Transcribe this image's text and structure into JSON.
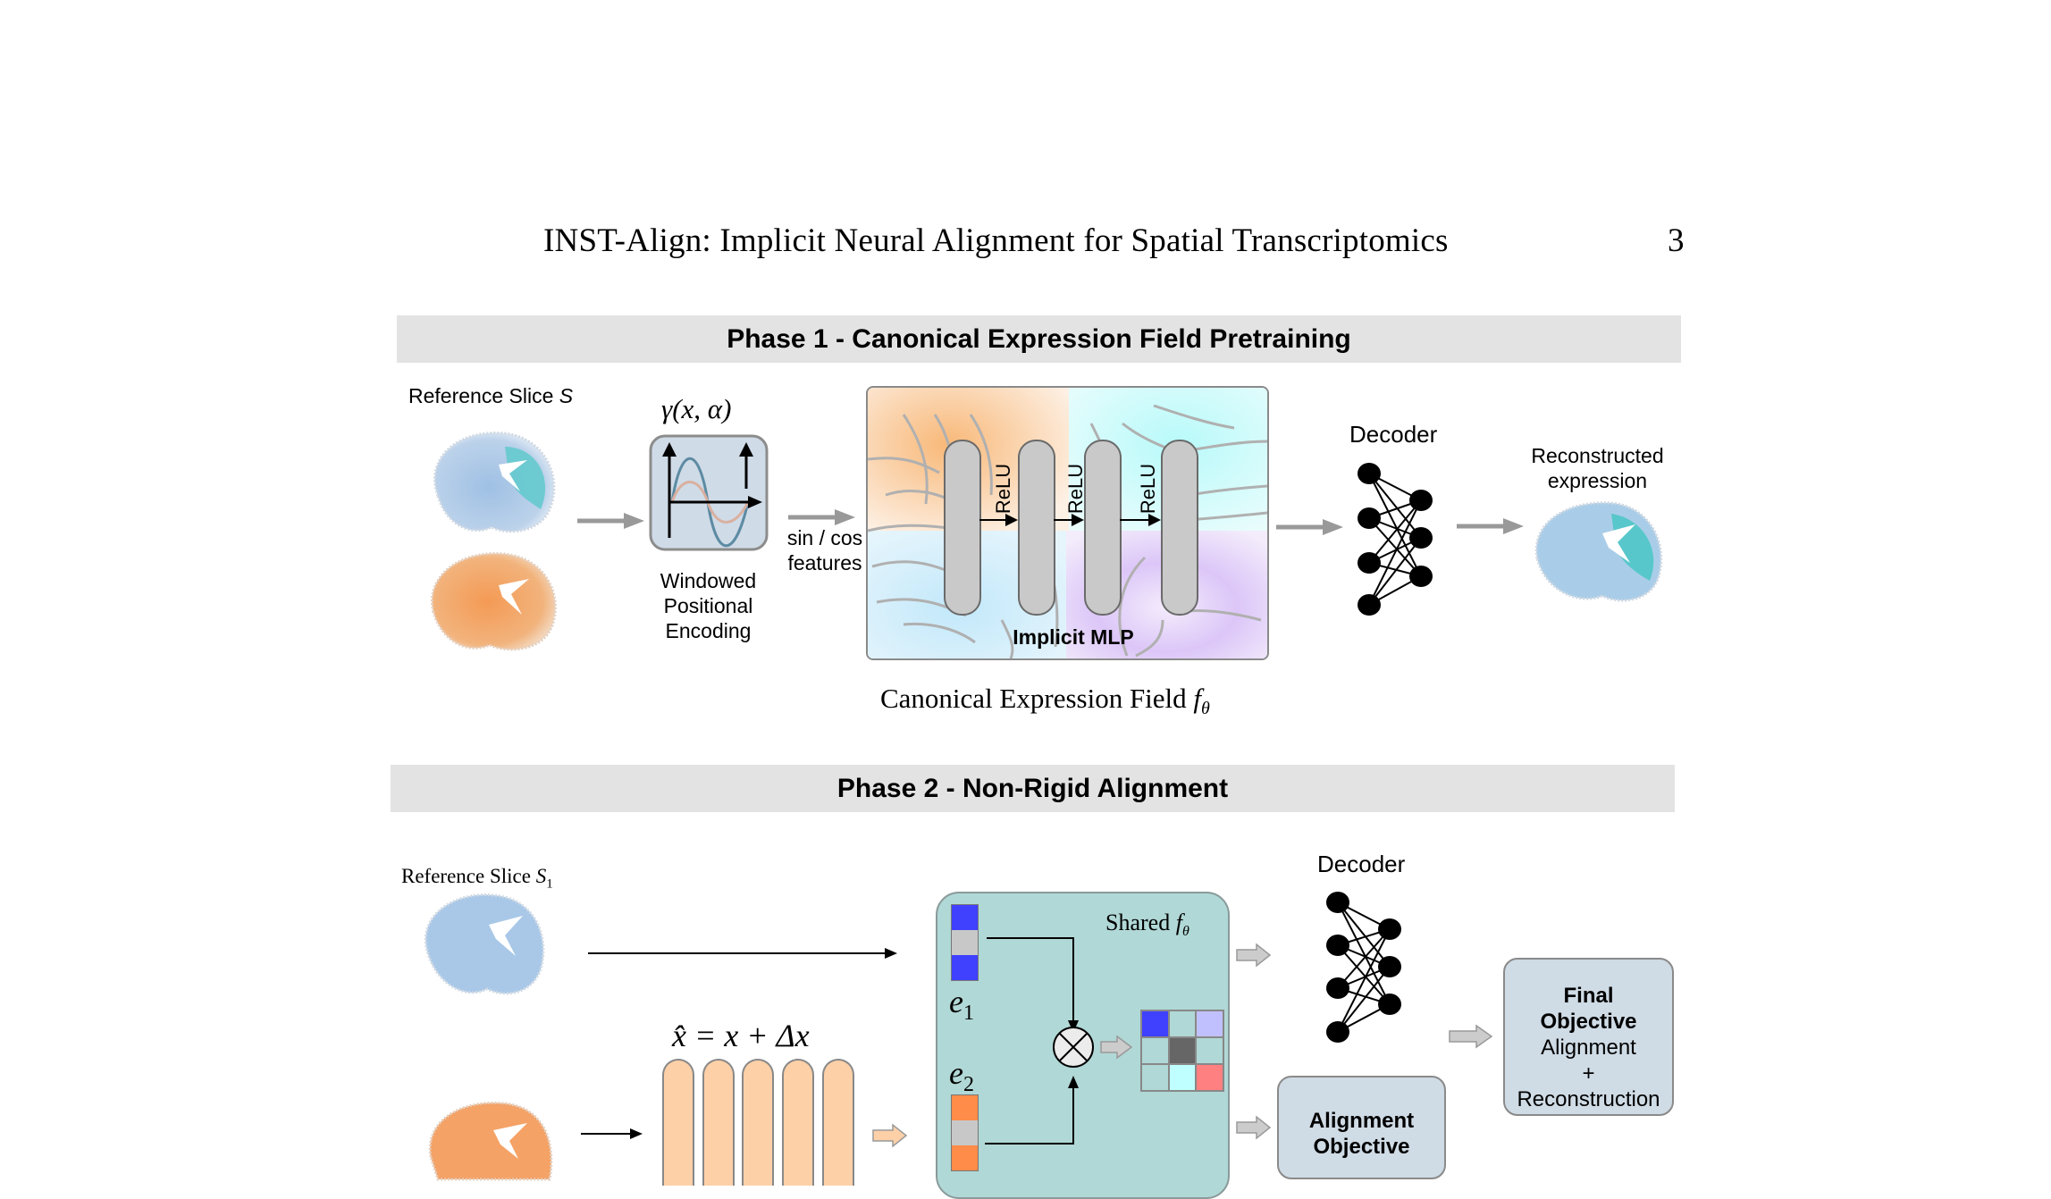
{
  "header": {
    "running_title": "INST-Align: Implicit Neural Alignment for Spatial Transcriptomics",
    "page_number": "3"
  },
  "phase1": {
    "title": "Phase 1 - Canonical Expression Field Pretraining",
    "reference_slice_label": "Reference Slice ",
    "reference_slice_symbol": "S",
    "encoding_formula": "γ(x, α)",
    "encoding_label_lines": [
      "Windowed",
      "Positional",
      "Encoding"
    ],
    "features_label_lines": [
      "sin / cos",
      "features"
    ],
    "mlp_label": "Implicit MLP",
    "activation_labels": [
      "ReLU",
      "ReLU",
      "ReLU"
    ],
    "field_caption": "Canonical Expression Field ",
    "field_symbol": "f",
    "field_subscript": "θ",
    "decoder_label": "Decoder",
    "output_label_lines": [
      "Reconstructed",
      "expression"
    ]
  },
  "phase2": {
    "title": "Phase 2 - Non-Rigid Alignment",
    "reference_slice_label": "Reference Slice ",
    "reference_slice_symbol": "S",
    "reference_slice_subscript": "1",
    "deformation_formula": "x̂ = x + Δx",
    "shared_label": "Shared ",
    "shared_symbol": "f",
    "shared_subscript": "θ",
    "embedding1_symbol": "e",
    "embedding1_subscript": "1",
    "embedding2_symbol": "e",
    "embedding2_subscript": "2",
    "decoder_label": "Decoder",
    "alignment_objective_lines": [
      "Alignment",
      "Objective"
    ],
    "final_objective_title_lines": [
      "Final",
      "Objective"
    ],
    "final_objective_body_lines": [
      "Alignment",
      "+",
      "Reconstruction"
    ]
  },
  "colors": {
    "phase_bar": "#e3e3e3",
    "embedding1": "#4040ff",
    "embedding2": "#ff8c48",
    "embedding_mid": "#c8c8c8",
    "shared_box": "#b0d8d6",
    "objective_box": "#cfdbe5",
    "deform_pill": "#fdd0a8",
    "matrix_cells": [
      "#4040ff",
      "#b0d8d6",
      "#c0c0ff",
      "#b0d8d6",
      "#666666",
      "#b0d8d6",
      "#b0d8d6",
      "#c0ffff",
      "#ff8080"
    ]
  }
}
